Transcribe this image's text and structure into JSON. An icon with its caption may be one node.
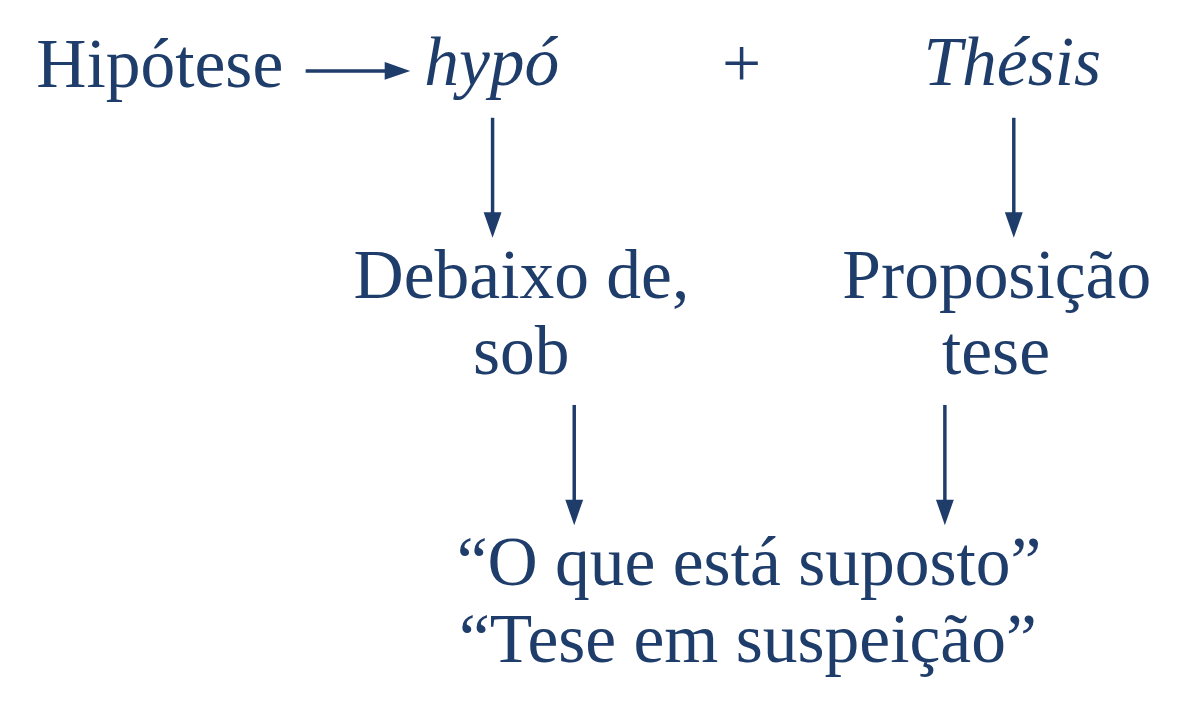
{
  "diagram": {
    "nodes": [
      {
        "text": [
          "Hipótese"
        ]
      },
      {
        "text": [
          "hypó"
        ]
      },
      {
        "text": [
          "Thésis"
        ]
      },
      {
        "text": [
          "Debaixo de, sob"
        ]
      },
      {
        "text": [
          "Proposição tese"
        ]
      },
      {
        "text": [
          "“O que está suposto”",
          "“Tese em suspeição”"
        ]
      }
    ],
    "edges": [
      {
        "from": 0,
        "to": 1,
        "arrow": "to"
      },
      {
        "from": 1,
        "to": 3,
        "arrow": "to"
      },
      {
        "from": 2,
        "to": 4,
        "arrow": "to"
      },
      {
        "from": 3,
        "to": 5,
        "arrow": "to"
      },
      {
        "from": 4,
        "to": 5,
        "arrow": "to"
      }
    ],
    "labels": [
      "+"
    ]
  }
}
